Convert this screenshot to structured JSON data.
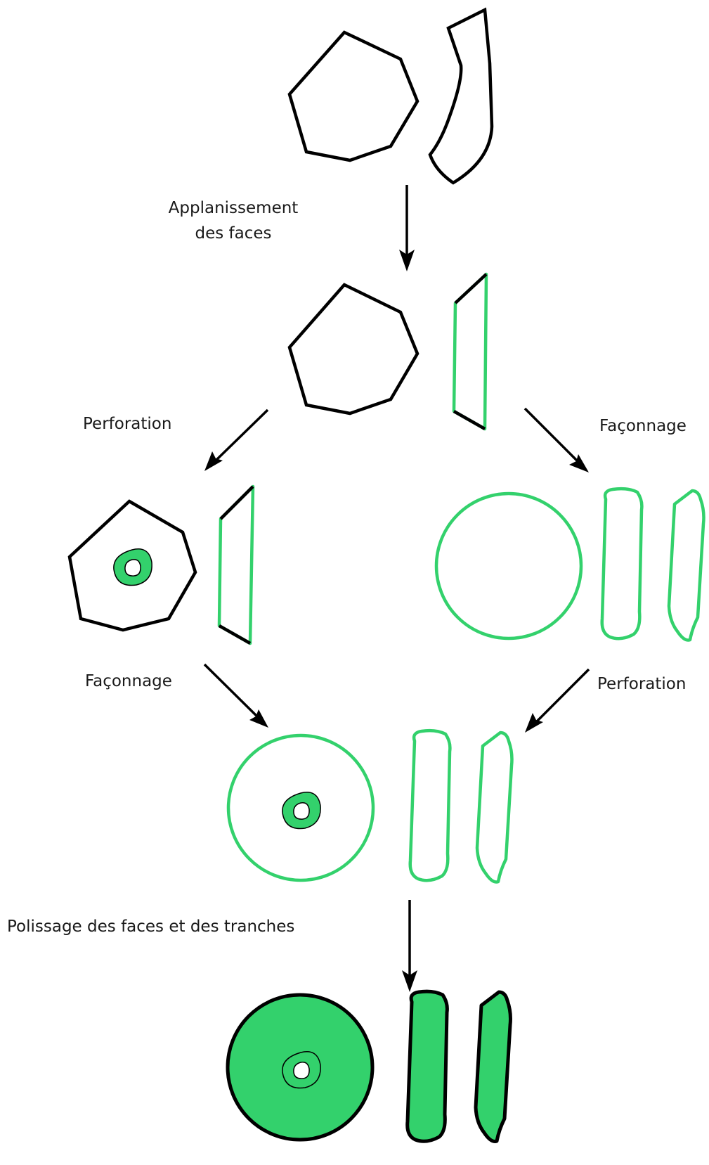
{
  "colors": {
    "outline": "#000000",
    "accent": "#33d16c",
    "fill": "#33d16c"
  },
  "labels": {
    "step1": "Applanissement\ndes faces",
    "perforation_left": "Perforation",
    "faconnage_right": "Façonnage",
    "faconnage_left": "Façonnage",
    "perforation_right": "Perforation",
    "polishing": "Polissage des faces et des tranches"
  }
}
